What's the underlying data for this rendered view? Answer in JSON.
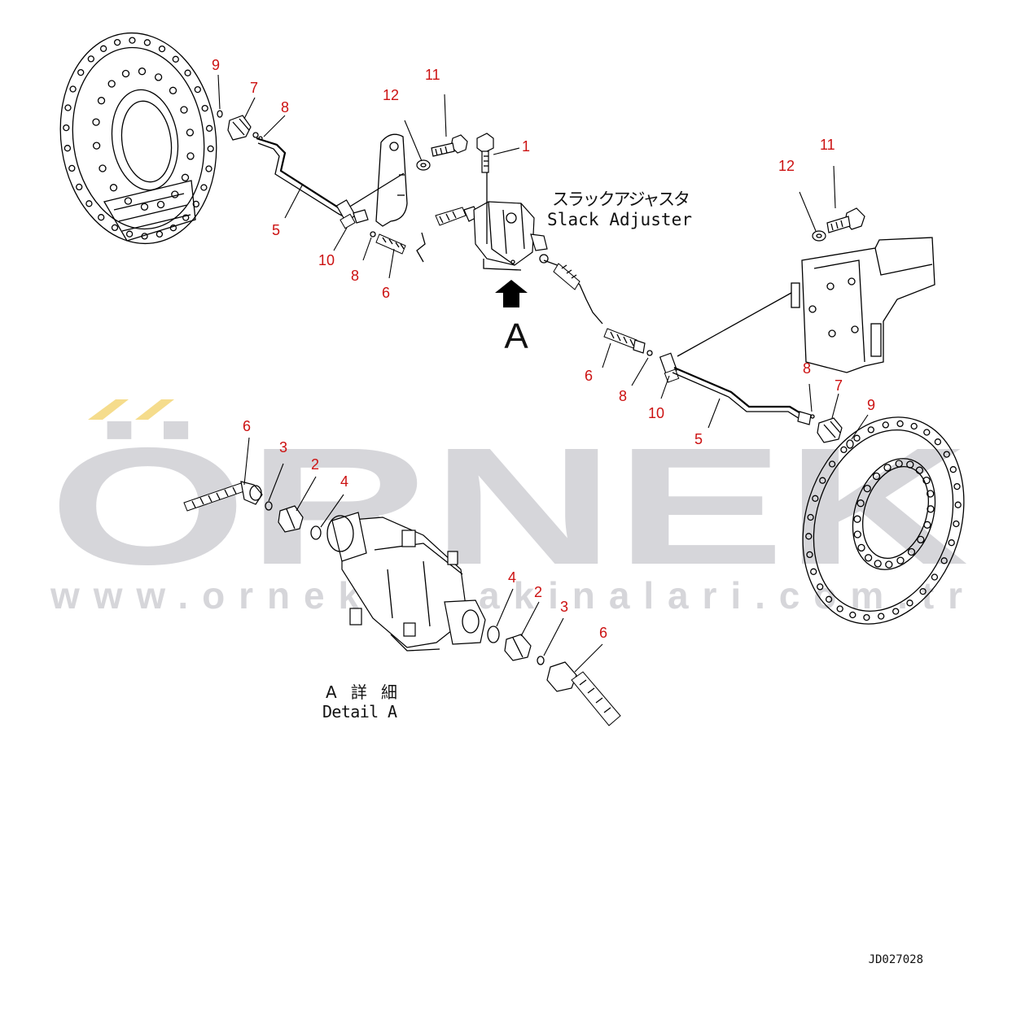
{
  "diagram": {
    "slack_adjuster_jp": "スラックアジャスタ",
    "slack_adjuster_en": "Slack Adjuster",
    "view_arrow_label": "A",
    "detail_jp": "A 詳 細",
    "detail_en": "Detail A",
    "drawing_code": "JD027028"
  },
  "watermark": {
    "brand": "ÖRNEK",
    "url": "www.ornekismakinalari.com.tr",
    "color_text": "#d6d6da",
    "color_accent": "#f5dc8c"
  },
  "colors": {
    "callout": "#cc1111",
    "line": "#000000"
  },
  "callouts": [
    {
      "id": "c-9a",
      "label": "9"
    },
    {
      "id": "c-7a",
      "label": "7"
    },
    {
      "id": "c-8a",
      "label": "8"
    },
    {
      "id": "c-5a",
      "label": "5"
    },
    {
      "id": "c-10a",
      "label": "10"
    },
    {
      "id": "c-8b",
      "label": "8"
    },
    {
      "id": "c-6a",
      "label": "6"
    },
    {
      "id": "c-12a",
      "label": "12"
    },
    {
      "id": "c-11a",
      "label": "11"
    },
    {
      "id": "c-1",
      "label": "1"
    },
    {
      "id": "c-11b",
      "label": "11"
    },
    {
      "id": "c-12b",
      "label": "12"
    },
    {
      "id": "c-6b",
      "label": "6"
    },
    {
      "id": "c-8c",
      "label": "8"
    },
    {
      "id": "c-10b",
      "label": "10"
    },
    {
      "id": "c-8d",
      "label": "8"
    },
    {
      "id": "c-7b",
      "label": "7"
    },
    {
      "id": "c-9b",
      "label": "9"
    },
    {
      "id": "c-5b",
      "label": "5"
    },
    {
      "id": "c-6c",
      "label": "6"
    },
    {
      "id": "c-3a",
      "label": "3"
    },
    {
      "id": "c-2a",
      "label": "2"
    },
    {
      "id": "c-4a",
      "label": "4"
    },
    {
      "id": "c-4b",
      "label": "4"
    },
    {
      "id": "c-2b",
      "label": "2"
    },
    {
      "id": "c-3b",
      "label": "3"
    },
    {
      "id": "c-6d",
      "label": "6"
    }
  ]
}
